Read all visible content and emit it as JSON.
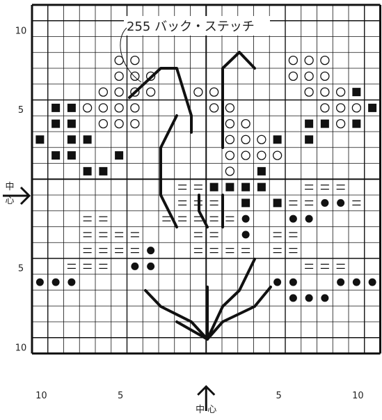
{
  "chart_data": {
    "type": "stitch_chart",
    "axis_labels": {
      "left": [
        "10",
        "5",
        "5",
        "10"
      ],
      "bottom": [
        "10",
        "5",
        "5",
        "10"
      ],
      "center": "中心"
    },
    "callout": "255 バック・ステッチ",
    "legend_symbols": {
      "open_circle": "○",
      "filled_square": "■",
      "equals": "=",
      "filled_dot": "●"
    },
    "grid": {
      "cols": 22,
      "rows": 22
    },
    "cells": {
      "open_circle": [
        [
          5,
          6
        ],
        [
          6,
          7
        ],
        [
          7,
          6
        ],
        [
          5,
          7
        ],
        [
          6,
          6
        ],
        [
          6,
          5
        ],
        [
          7,
          5
        ],
        [
          4,
          5
        ],
        [
          4,
          4
        ],
        [
          3,
          4
        ],
        [
          4,
          3
        ],
        [
          5,
          5
        ],
        [
          16,
          6
        ],
        [
          16,
          7
        ],
        [
          17,
          6
        ],
        [
          17,
          7
        ],
        [
          18,
          7
        ],
        [
          18,
          6
        ],
        [
          17,
          5
        ],
        [
          18,
          5
        ],
        [
          19,
          5
        ],
        [
          19,
          4
        ],
        [
          20,
          4
        ],
        [
          19,
          3
        ],
        [
          18,
          4
        ],
        [
          10,
          5
        ],
        [
          11,
          5
        ],
        [
          11,
          4
        ],
        [
          12,
          4
        ],
        [
          12,
          3
        ],
        [
          13,
          3
        ],
        [
          12,
          2
        ],
        [
          13,
          2
        ],
        [
          14,
          2
        ],
        [
          14,
          1
        ],
        [
          15,
          1
        ],
        [
          13,
          1
        ],
        [
          12,
          1
        ],
        [
          12,
          0
        ],
        [
          5,
          4
        ],
        [
          6,
          4
        ],
        [
          5,
          3
        ],
        [
          6,
          3
        ]
      ],
      "filled_square": [
        [
          1,
          4
        ],
        [
          2,
          4
        ],
        [
          1,
          3
        ],
        [
          2,
          3
        ],
        [
          0,
          2
        ],
        [
          3,
          2
        ],
        [
          2,
          2
        ],
        [
          1,
          1
        ],
        [
          2,
          1
        ],
        [
          4,
          0
        ],
        [
          3,
          0
        ],
        [
          5,
          1
        ],
        [
          14,
          0
        ],
        [
          20,
          5
        ],
        [
          21,
          4
        ],
        [
          20,
          3
        ],
        [
          17,
          3
        ],
        [
          18,
          3
        ],
        [
          17,
          2
        ],
        [
          15,
          2
        ],
        [
          12,
          -1
        ],
        [
          11,
          -1
        ],
        [
          13,
          -1
        ],
        [
          14,
          -1
        ],
        [
          13,
          -2
        ],
        [
          15,
          -2
        ]
      ],
      "equals": [
        [
          9,
          -1
        ],
        [
          10,
          -1
        ],
        [
          10,
          -2
        ],
        [
          11,
          -2
        ],
        [
          3,
          -3
        ],
        [
          4,
          -3
        ],
        [
          3,
          -4
        ],
        [
          4,
          -4
        ],
        [
          5,
          -4
        ],
        [
          6,
          -4
        ],
        [
          3,
          -5
        ],
        [
          4,
          -5
        ],
        [
          5,
          -5
        ],
        [
          6,
          -5
        ],
        [
          2,
          -6
        ],
        [
          3,
          -6
        ],
        [
          4,
          -6
        ],
        [
          9,
          -3
        ],
        [
          10,
          -3
        ],
        [
          11,
          -3
        ],
        [
          12,
          -3
        ],
        [
          10,
          -4
        ],
        [
          11,
          -4
        ],
        [
          10,
          -5
        ],
        [
          11,
          -5
        ],
        [
          12,
          -5
        ],
        [
          13,
          -5
        ],
        [
          9,
          -2
        ],
        [
          8,
          -3
        ],
        [
          17,
          -1
        ],
        [
          18,
          -1
        ],
        [
          19,
          -1
        ],
        [
          16,
          -2
        ],
        [
          17,
          -2
        ],
        [
          20,
          -2
        ],
        [
          15,
          -4
        ],
        [
          16,
          -4
        ],
        [
          16,
          -5
        ],
        [
          15,
          -5
        ],
        [
          17,
          -6
        ],
        [
          18,
          -6
        ],
        [
          19,
          -6
        ]
      ],
      "filled_dot": [
        [
          18,
          -2
        ],
        [
          19,
          -2
        ],
        [
          16,
          -3
        ],
        [
          17,
          -3
        ],
        [
          13,
          -3
        ],
        [
          13,
          -4
        ],
        [
          7,
          -5
        ],
        [
          6,
          -6
        ],
        [
          7,
          -6
        ],
        [
          0,
          -7
        ],
        [
          1,
          -7
        ],
        [
          2,
          -7
        ],
        [
          15,
          -7
        ],
        [
          16,
          -7
        ],
        [
          19,
          -7
        ],
        [
          20,
          -7
        ],
        [
          21,
          -7
        ],
        [
          16,
          -8
        ],
        [
          17,
          -8
        ],
        [
          18,
          -8
        ]
      ]
    },
    "center_x_label": "中心",
    "center_y_label": "中心"
  }
}
